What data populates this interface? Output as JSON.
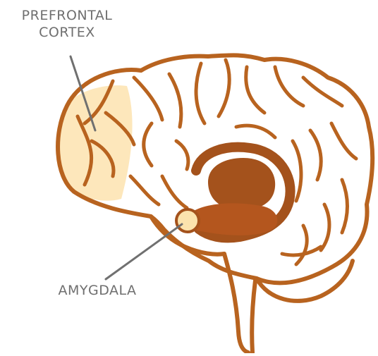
{
  "labels": {
    "prefrontal": {
      "line1": "PREFRONTAL",
      "line2": "CORTEX"
    },
    "amygdala": "AMYGDALA"
  },
  "colors": {
    "outline": "#b8631f",
    "prefrontal_highlight": "#fde7bb",
    "limbic": "#a4521c",
    "limbic_inner": "#b4561e",
    "amygdala_fill": "#fbe3ad",
    "pointer_line": "#707070",
    "label_text": "#6f6f6f"
  }
}
